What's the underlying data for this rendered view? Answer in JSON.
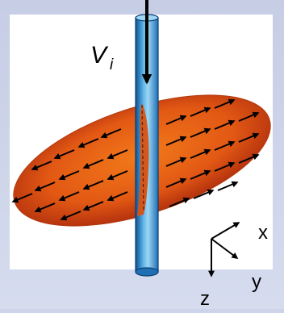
{
  "labels": {
    "velocity_main": "V",
    "velocity_sub": "i",
    "axis_x": "x",
    "axis_y": "y",
    "axis_z": "z"
  },
  "colors": {
    "background": "#cdd4ea",
    "panel": "#ffffff",
    "disk_center": "#f06a12",
    "disk_edge": "#a8280c",
    "cylinder_light": "#9fd6f4",
    "cylinder_mid": "#2f8fd3",
    "cylinder_dark": "#0d4f8e",
    "arrow": "#000000"
  },
  "icons": [
    "down-arrow-icon",
    "coordinate-axes-icon",
    "vector-arrow-icon"
  ]
}
